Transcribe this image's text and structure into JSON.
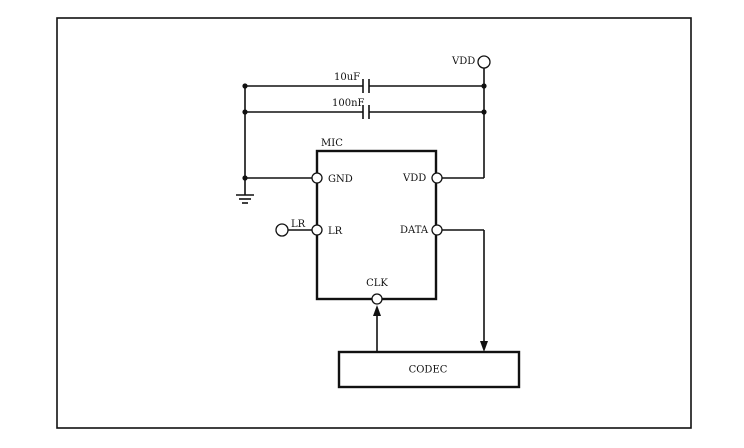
{
  "diagram": {
    "mic_title": "MIC",
    "pins": {
      "gnd": "GND",
      "lr": "LR",
      "vdd": "VDD",
      "data": "DATA",
      "clk": "CLK"
    },
    "external": {
      "vdd_supply": "VDD",
      "lr_input": "LR"
    },
    "capacitors": {
      "c1": "10uF",
      "c2": "100nF"
    },
    "codec_label": "CODEC"
  }
}
